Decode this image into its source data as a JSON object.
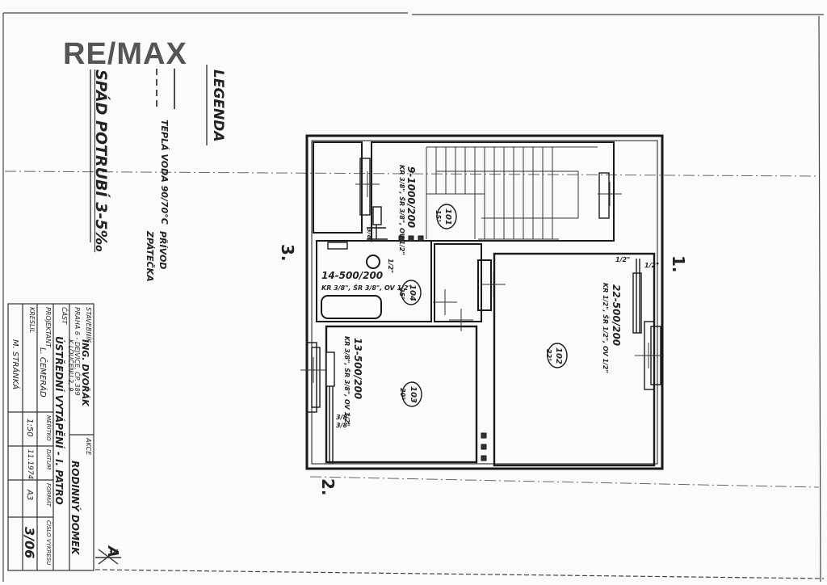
{
  "logo": {
    "text": "RE/MAX"
  },
  "legend": {
    "title": "LEGENDA",
    "hot_water_label": "TEPLÁ VODA 90/70°C",
    "supply_label": "PŘÍVOD",
    "return_label": "ZPÁTEČKA",
    "slope_note": "SPÁD POTRUBÍ 3-5‰"
  },
  "rooms": [
    {
      "number": "101",
      "temp": "15°",
      "radiator": "9-1000/200",
      "valves": "KR 3/8\", ŠR 3/8\", OV 1/2\""
    },
    {
      "number": "102",
      "temp": "22°",
      "radiator": "22-500/200",
      "valves": "KR 1/2\", ŠR 1/2\", OV 1/2\""
    },
    {
      "number": "103",
      "temp": "20°",
      "radiator": "13-500/200",
      "valves": "KR 3/8\", ŠR 3/8\", OV 1/2\""
    },
    {
      "number": "104",
      "temp": "25°",
      "radiator": "14-500/200",
      "valves": "KR 3/8\", ŠR 3/8\", OV 1/2\""
    }
  ],
  "pipe_labels": {
    "a": "1/2\"",
    "b": "1/2\"",
    "c": "3/8\"",
    "d": "3/8\"",
    "e": "3/8\"",
    "f": "1/2\""
  },
  "section_marks": {
    "one": "1.",
    "two": "2.",
    "three": "3."
  },
  "title_block": {
    "studio_label": "STAVEBNÍK",
    "studio_value": "ING. DVOŘÁK",
    "address_line1": "PRAHA 6 - DEJVICE, ČP. 389",
    "address_line2": "K LOUČENU 2, 9",
    "action_label": "AKCE",
    "action_value": "RODINNÝ DOMEK",
    "part_label": "ČÁST",
    "part_value": "ÚSTŘEDNÍ VYTÁPĚNÍ - I. PATRO",
    "designer_label": "PROJEKTANT",
    "designer_value": "L. ČEMERÁD",
    "scale_label": "MĚŘÍTKO",
    "scale_value": "1:50",
    "date_label": "DATUM",
    "date_value": "11.1974",
    "format_label": "FORMÁT",
    "format_value": "A3",
    "drawing_no_label": "ČÍSLO VÝKRESU",
    "drawing_no_value": "3/06",
    "drawn_label": "KRESLIL",
    "drawn_value": "M. STRÁNKÁ"
  },
  "north_mark": "A"
}
